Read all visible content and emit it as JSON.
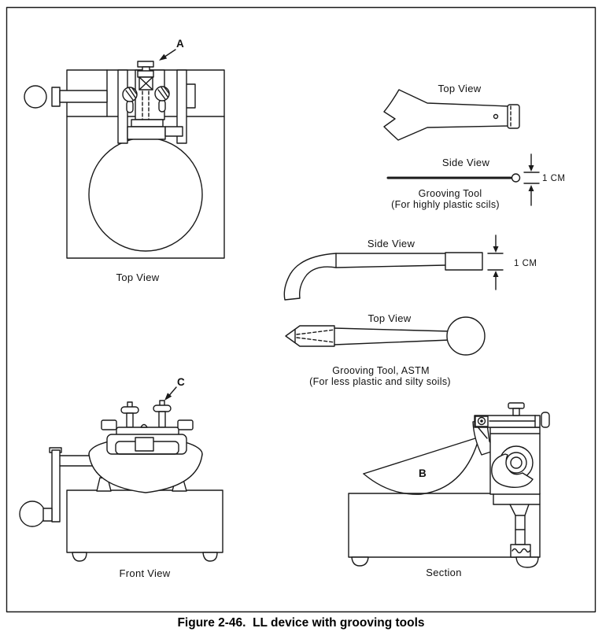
{
  "figure": {
    "caption": "Figure 2-46.  LL device with grooving tools",
    "device": {
      "top_view_label": "Top View",
      "front_view_label": "Front View",
      "section_label": "Section",
      "callout_a": "A",
      "callout_b": "B",
      "callout_c": "C"
    },
    "tool_plastic": {
      "top_view_label": "Top View",
      "side_view_label": "Side View",
      "caption_line1": "Grooving Tool",
      "caption_line2": "(For highly plastic scils)",
      "dimension_label": "1 CM"
    },
    "tool_astm": {
      "side_view_label": "Side View",
      "top_view_label": "Top View",
      "caption_line1": "Grooving Tool, ASTM",
      "caption_line2": "(For less plastic and silty soils)",
      "dimension_label": "1 CM"
    }
  }
}
